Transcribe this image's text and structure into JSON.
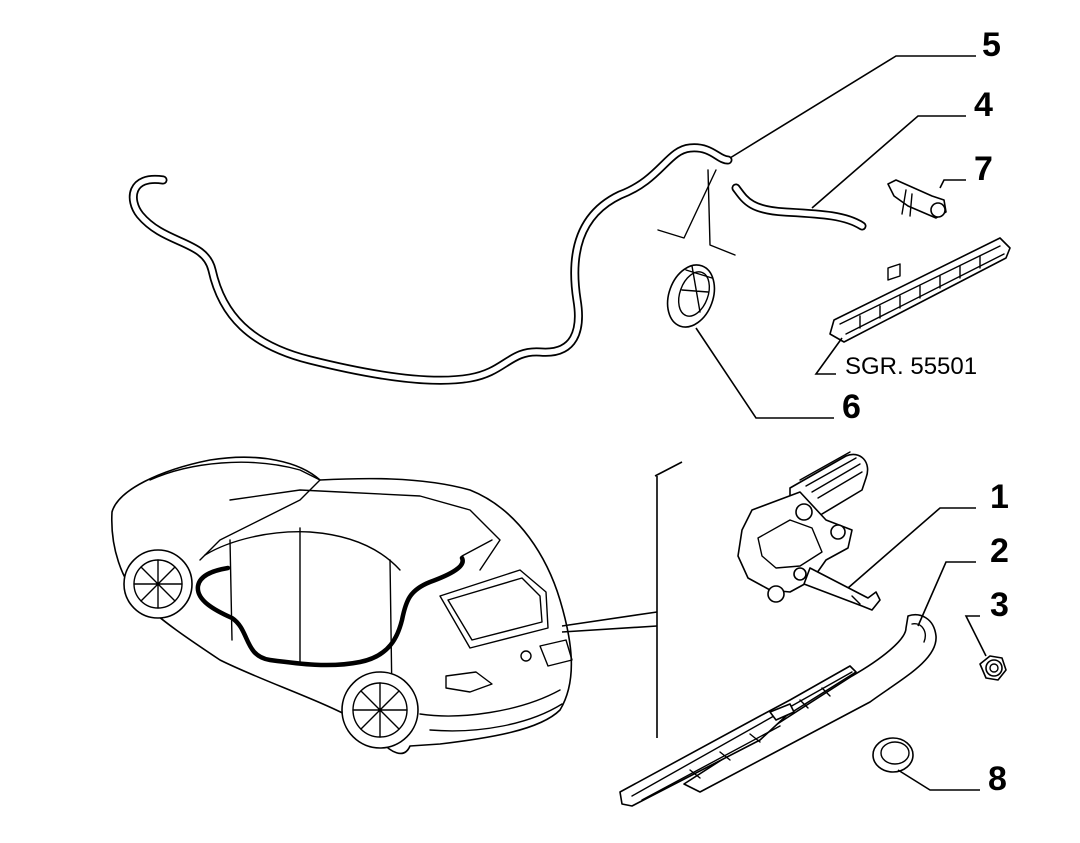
{
  "callouts": [
    {
      "id": "1",
      "label": "1"
    },
    {
      "id": "2",
      "label": "2"
    },
    {
      "id": "3",
      "label": "3"
    },
    {
      "id": "4",
      "label": "4"
    },
    {
      "id": "5",
      "label": "5"
    },
    {
      "id": "6",
      "label": "6"
    },
    {
      "id": "7",
      "label": "7"
    },
    {
      "id": "8",
      "label": "8"
    }
  ],
  "reference": {
    "text": "SGR. 55501"
  },
  "colors": {
    "line": "#000000",
    "background": "#ffffff"
  }
}
